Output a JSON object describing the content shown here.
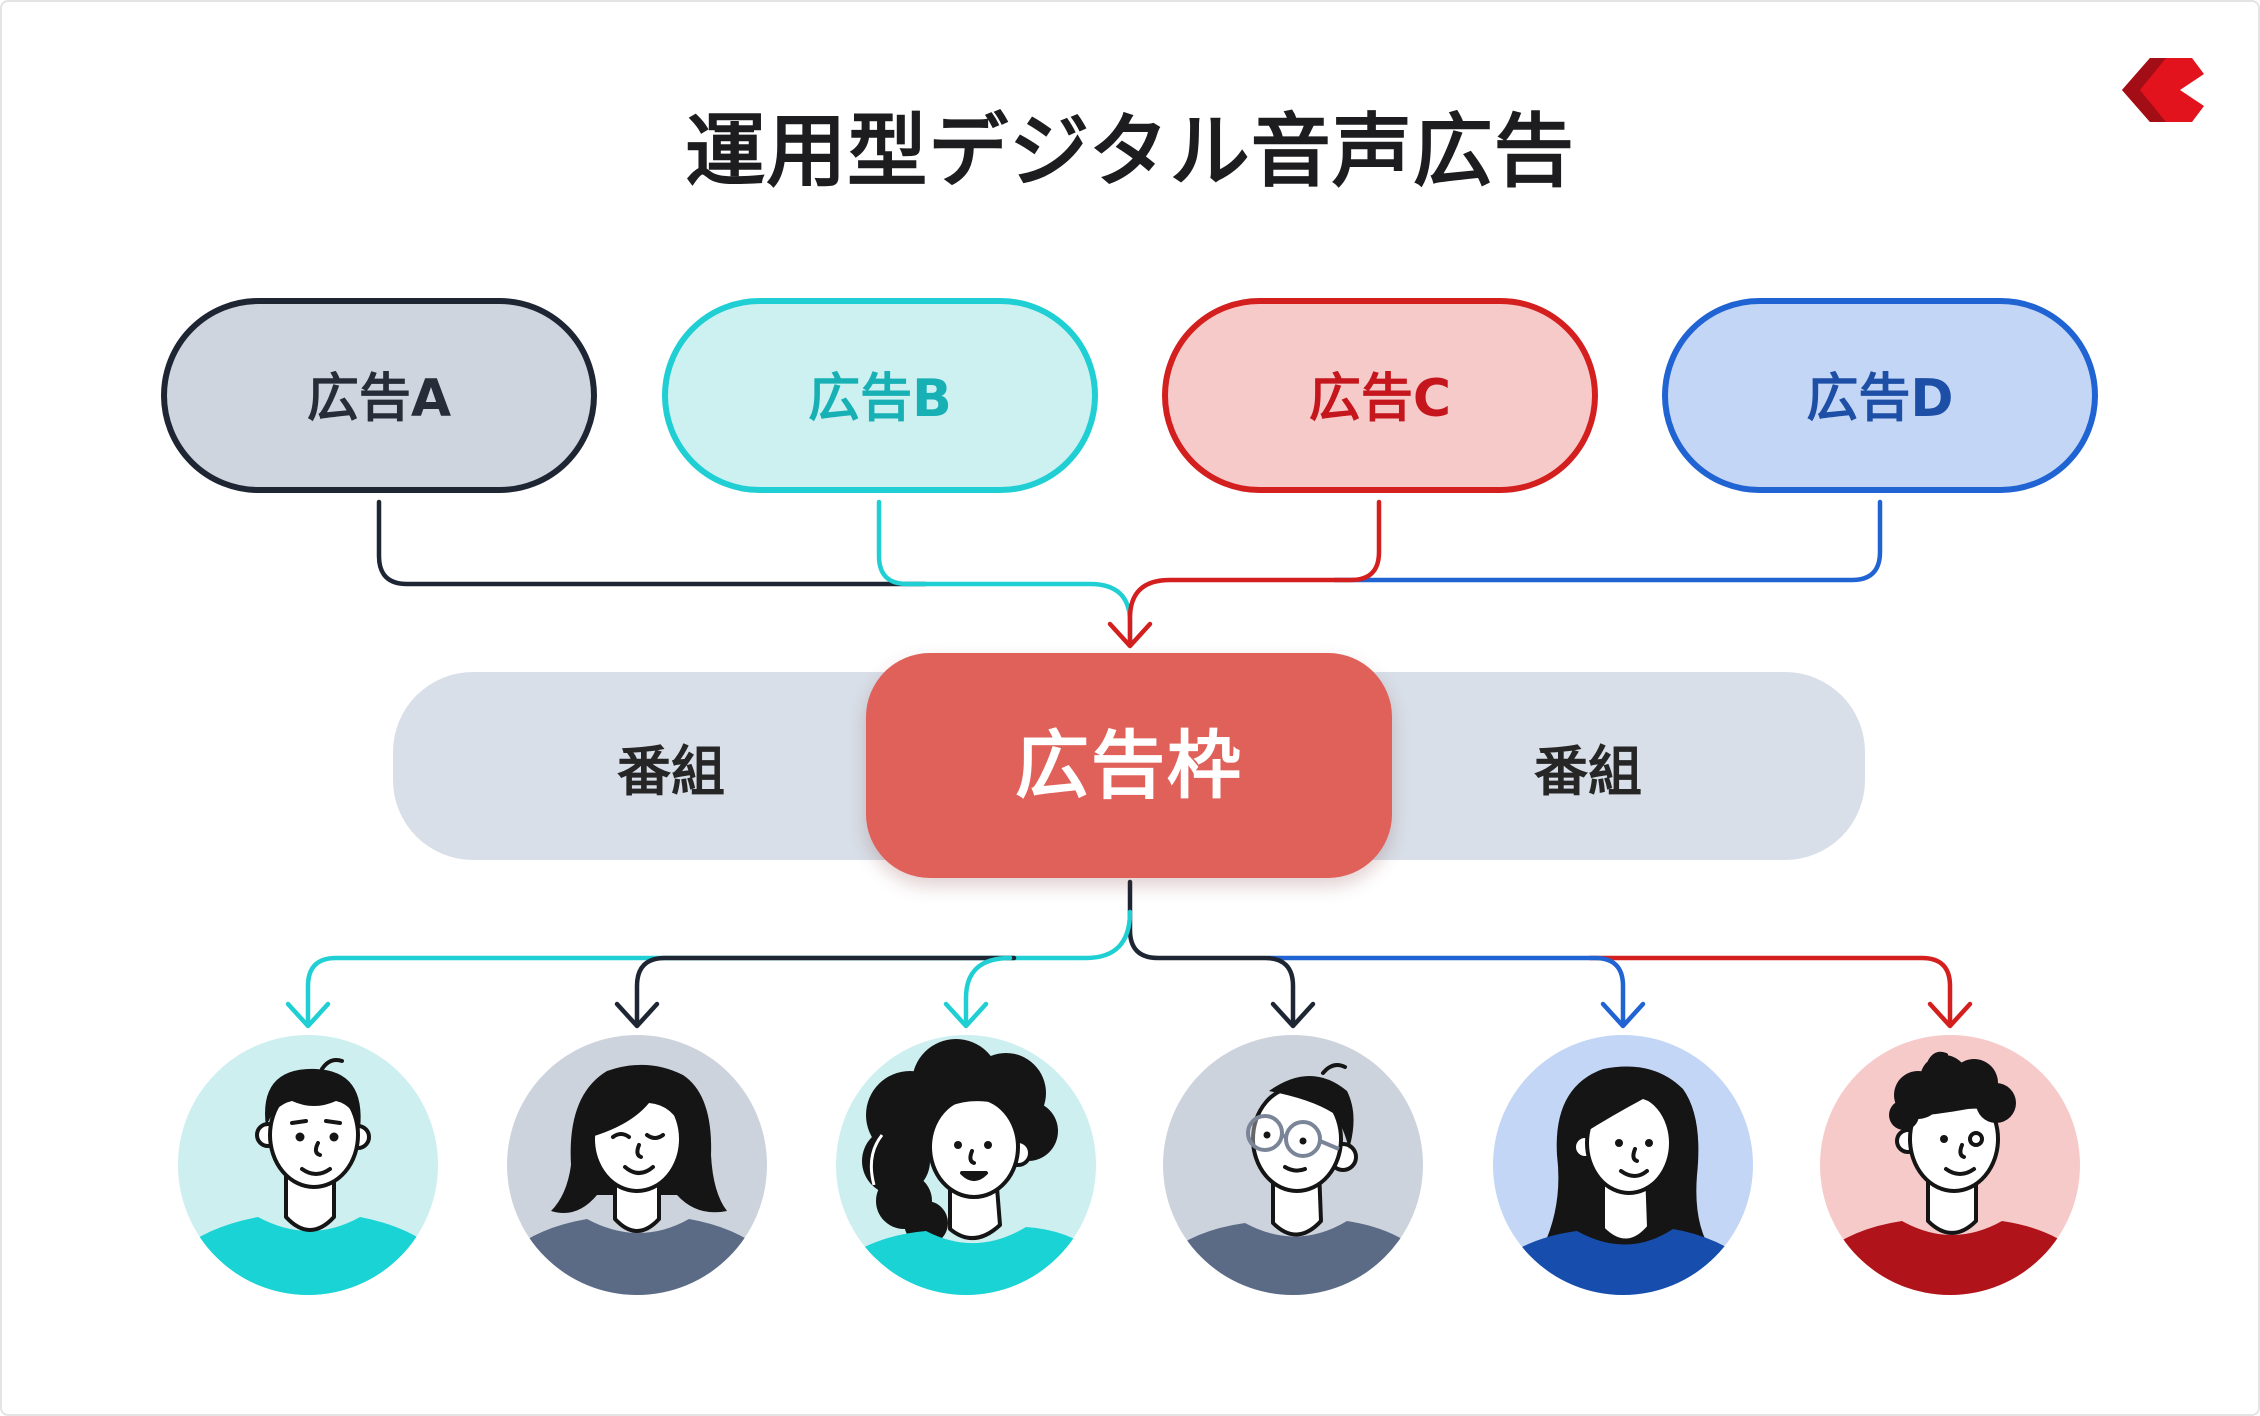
{
  "title": "運用型デジタル音声広告",
  "logo": {
    "icon": "brand-logo-icon",
    "color": "#e3131e",
    "shade": "#a30d16"
  },
  "ads": [
    {
      "label": "広告A",
      "fill": "#cfd5de",
      "border": "#1e2533",
      "text": "#262c38"
    },
    {
      "label": "広告B",
      "fill": "#cdf0f1",
      "border": "#1fcfd3",
      "text": "#17b1b5"
    },
    {
      "label": "広告C",
      "fill": "#f7caca",
      "border": "#d41f1f",
      "text": "#c4161c"
    },
    {
      "label": "広告D",
      "fill": "#c3d6f5",
      "border": "#2063d2",
      "text": "#1d4fa6"
    }
  ],
  "program": {
    "left_label": "番組",
    "right_label": "番組",
    "fill": "#d8dfe8"
  },
  "ad_slot": {
    "label": "広告枠",
    "fill": "#e0605a",
    "text": "#ffffff"
  },
  "listeners": [
    {
      "icon": "listener-avatar-icon",
      "bg": "#cdeff0",
      "shirt": "#19d3d4",
      "line": "#1fcfd3"
    },
    {
      "icon": "listener-avatar-icon",
      "bg": "#cdd3dc",
      "shirt": "#5b6b86",
      "line": "#1e2533"
    },
    {
      "icon": "listener-avatar-icon",
      "bg": "#cdeff0",
      "shirt": "#19d3d4",
      "line": "#1fcfd3"
    },
    {
      "icon": "listener-avatar-icon",
      "bg": "#cdd3dc",
      "shirt": "#5b6b86",
      "line": "#1e2533"
    },
    {
      "icon": "listener-avatar-icon",
      "bg": "#c3d6f5",
      "shirt": "#174ead",
      "line": "#2063d2"
    },
    {
      "icon": "listener-avatar-icon",
      "bg": "#f7caca",
      "shirt": "#b0141a",
      "line": "#d41f1f"
    }
  ]
}
